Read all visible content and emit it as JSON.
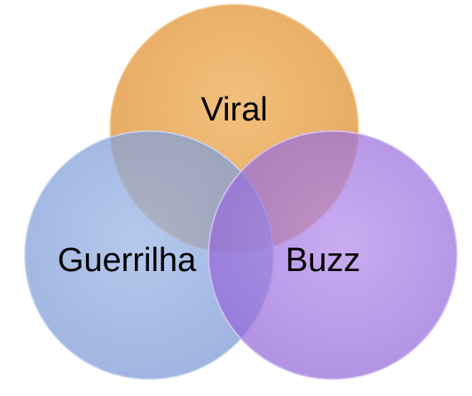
{
  "diagram": {
    "type": "venn",
    "circles": [
      {
        "id": "viral",
        "label": "Viral",
        "color": "#e8a95c"
      },
      {
        "id": "guerrilha",
        "label": "Guerrilha",
        "color": "#8aa7dd"
      },
      {
        "id": "buzz",
        "label": "Buzz",
        "color": "#a27ae0"
      }
    ]
  }
}
